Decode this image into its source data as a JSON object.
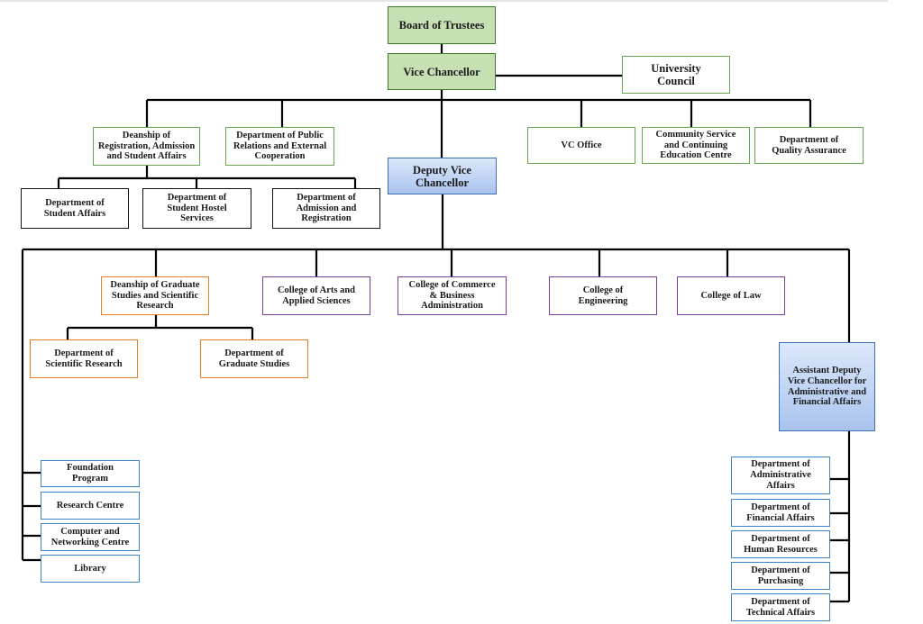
{
  "org_chart": {
    "board": "Board of Trustees",
    "vice_chancellor": "Vice Chancellor",
    "university_council": "University\nCouncil",
    "deanship_registration": "Deanship of\nRegistration, Admission\nand Student Affairs",
    "dept_public_relations": "Department of Public\nRelations and External\nCooperation",
    "vc_office": "VC Office",
    "community_service": "Community Service\nand Continuing\nEducation Centre",
    "quality_assurance": "Department of\nQuality Assurance",
    "dept_student_affairs": "Department of\nStudent Affairs",
    "dept_student_hostel": "Department of\nStudent Hostel\nServices",
    "dept_admission_registration": "Department of\nAdmission and\nRegistration",
    "deputy_vc": "Deputy Vice\nChancellor",
    "deanship_graduate": "Deanship of Graduate\nStudies and Scientific\nResearch",
    "college_arts": "College of Arts and\nApplied Sciences",
    "college_commerce": "College of Commerce\n& Business\nAdministration",
    "college_engineering": "College of\nEngineering",
    "college_law": "College of Law",
    "dept_scientific_research": "Department of\nScientific Research",
    "dept_graduate_studies": "Department of\nGraduate Studies",
    "assistant_deputy_vc": "Assistant Deputy\nVice Chancellor for\nAdministrative and\nFinancial Affairs",
    "foundation_program": "Foundation\nProgram",
    "research_centre": "Research Centre",
    "computer_networking": "Computer and\nNetworking Centre",
    "library": "Library",
    "dept_administrative_affairs": "Department of\nAdministrative\nAffairs",
    "dept_financial_affairs": "Department of\nFinancial Affairs",
    "dept_human_resources": "Department of\nHuman Resources",
    "dept_purchasing": "Department of\nPurchasing",
    "dept_technical_affairs": "Department of\nTechnical Affairs"
  }
}
